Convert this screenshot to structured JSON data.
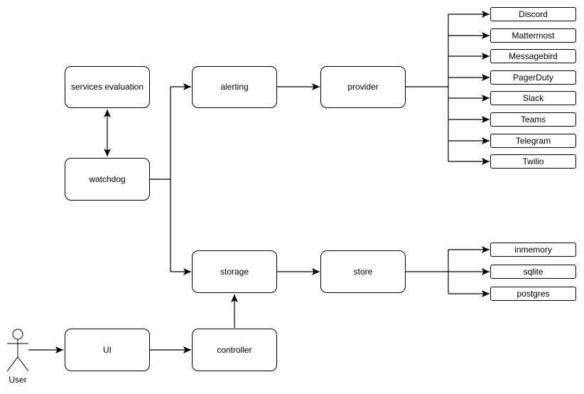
{
  "canvas": {
    "background": "#ffffff",
    "node_fill": "#ffffff",
    "stroke_color": "#000000",
    "text_color": "#000000"
  },
  "nodes": {
    "services_evaluation": {
      "label": "services evaluation"
    },
    "watchdog": {
      "label": "watchdog"
    },
    "alerting": {
      "label": "alerting"
    },
    "provider": {
      "label": "provider"
    },
    "storage": {
      "label": "storage"
    },
    "store": {
      "label": "store"
    },
    "ui": {
      "label": "UI"
    },
    "controller": {
      "label": "controller"
    }
  },
  "actor": {
    "label": "User",
    "icon": "stick-figure-person"
  },
  "provider_targets": [
    "Discord",
    "Mattermost",
    "Messagebird",
    "PagerDuty",
    "Slack",
    "Teams",
    "Telegram",
    "Twilio"
  ],
  "store_targets": [
    "inmemory",
    "sqlite",
    "postgres"
  ],
  "connections": [
    "services evaluation <-> watchdog",
    "watchdog -> alerting",
    "watchdog -> storage",
    "alerting -> provider",
    "provider -> Discord|Mattermost|Messagebird|PagerDuty|Slack|Teams|Telegram|Twilio",
    "storage -> store",
    "store -> inmemory|sqlite|postgres",
    "User -> UI",
    "UI -> controller",
    "controller -> storage"
  ]
}
